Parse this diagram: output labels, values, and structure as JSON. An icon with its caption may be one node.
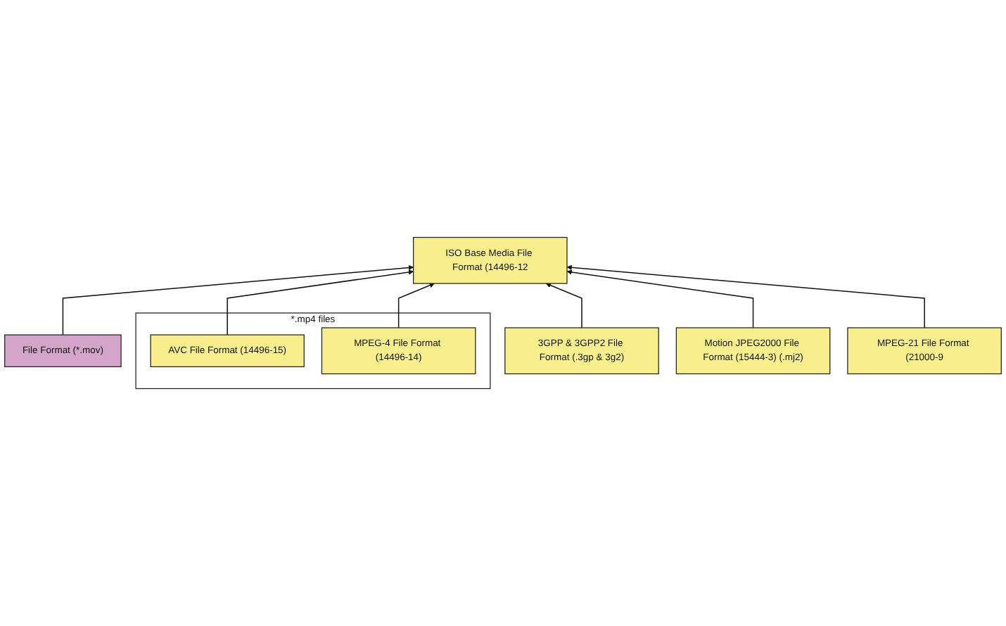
{
  "diagram": {
    "nodes": [
      {
        "text": [
          "ISO Base Media File Format (14496-12"
        ]
      },
      {
        "text": [
          "File Format (*.mov)"
        ]
      },
      {
        "text": [
          "*.mp4 files"
        ]
      },
      {
        "text": [
          "AVC File Format (14496-15)"
        ],
        "in": 2
      },
      {
        "text": [
          "MPEG-4 File Format (14496-14)"
        ],
        "in": 2
      },
      {
        "text": [
          "3GPP & 3GPP2 File Format (.3gp & 3g2)"
        ]
      },
      {
        "text": [
          "Motion JPEG2000 File Format (15444-3) (.mj2)"
        ]
      },
      {
        "text": [
          "MPEG-21 File Format (21000-9"
        ]
      }
    ],
    "edges": [
      {
        "from": 1,
        "to": 0,
        "arrow": "to"
      },
      {
        "from": 3,
        "to": 0,
        "arrow": "to"
      },
      {
        "from": 4,
        "to": 0,
        "arrow": "to"
      },
      {
        "from": 5,
        "to": 0,
        "arrow": "to"
      },
      {
        "from": 6,
        "to": 0,
        "arrow": "to"
      },
      {
        "from": 7,
        "to": 0,
        "arrow": "to"
      }
    ]
  }
}
